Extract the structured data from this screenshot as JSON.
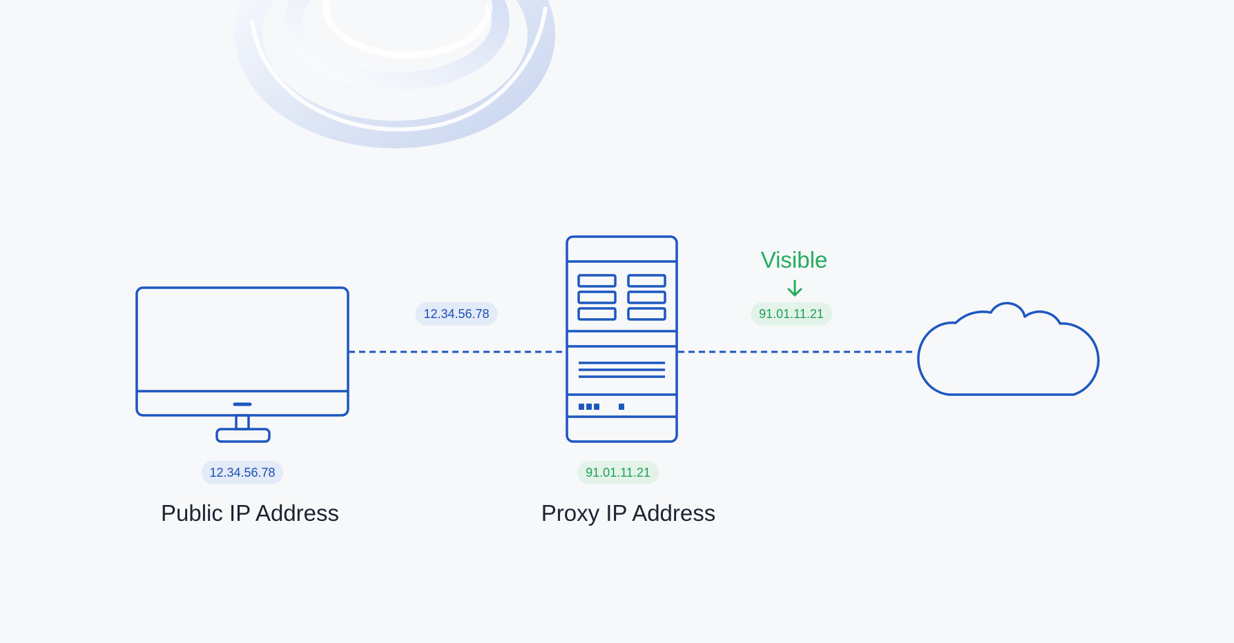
{
  "colors": {
    "background": "#f7f8fa",
    "accent_blue": "#1d57c0",
    "pill_blue_bg": "#e4ebf8",
    "pill_blue_text": "#1d4fb0",
    "accent_green": "#22ad5c",
    "pill_green_bg": "#e3f3e9",
    "label_text": "#1f2230"
  },
  "icons": {
    "computer": "desktop-monitor-icon",
    "server": "server-rack-icon",
    "cloud": "cloud-icon",
    "arrow": "arrow-down-icon",
    "decoration": "glass-ring-decoration"
  },
  "computer": {
    "ip": "12.34.56.78",
    "label": "Public IP Address"
  },
  "link_left": {
    "ip": "12.34.56.78"
  },
  "proxy": {
    "ip": "91.01.11.21",
    "label": "Proxy IP Address"
  },
  "link_right": {
    "visible_label": "Visible",
    "ip": "91.01.11.21"
  }
}
